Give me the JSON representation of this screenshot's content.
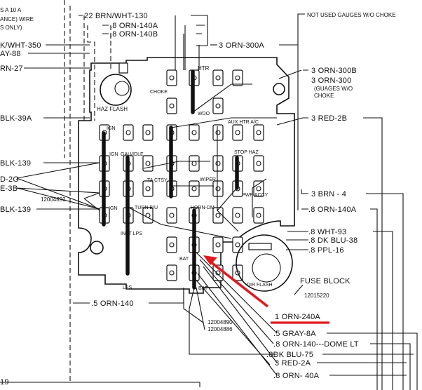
{
  "left_labels": {
    "top_wrap1": "S A 10 A",
    "top_wrap2": "ANCE) WIRE",
    "top_wrap3": "S ONLY)",
    "wht350": "K/WHT-350",
    "ay88": "AY-88",
    "rn27": "RN-27",
    "blk39a": "BLK-39A",
    "blk139a": "BLK-139",
    "d2g": "D-2G",
    "e3b": "E-3B",
    "part1": "12004892",
    "blk139b": "BLK-139",
    "n19": "19"
  },
  "top_labels": {
    "brn130": "22 BRN/WHT-130",
    "orn140a_top": ".8 ORN-140A",
    "orn140b": ".8 ORN-140B",
    "orn300a": "3 ORN-300A",
    "not_used": "NOT USED GAUGES W/O CHOKE"
  },
  "right_labels": {
    "orn300b": "3 ORN-300B",
    "orn300": "3 ORN-300",
    "gauges1": "(GUAGES W/O",
    "gauges2": "CHOKE",
    "red2b": "3 RED-2B",
    "brn4": "3  BRN - 4",
    "orn140a_r": ".8 ORN-140A",
    "wht93": ".8 WHT-93",
    "dkblu38": ".8 DK BLU-38",
    "ppl16": ".8 PPL-16",
    "fuse_block": "FUSE BLOCK",
    "fb_part": "12015220"
  },
  "bottom_labels": {
    "orn140": ".5 ORN-140",
    "orn240a": "1 ORN-240A",
    "gray8a": ".5 GRAY-8A",
    "dome": ".8 ORN-140---DOME LT",
    "dkblu75": ".8DK BLU-75",
    "red2a": "3 RED-2A",
    "orn40a": ".8  ORN- 40A",
    "part2": "12004890",
    "part3": "12004886"
  },
  "block_labels": {
    "htr": "HTR",
    "choke": "CHOKE",
    "haz_flash": "HAZ FLASH",
    "wdo": "WDO",
    "aux_htr_ac": "AUX HTR A/C",
    "ign1": "IGN",
    "ign2": "IGN",
    "gau_idle": "GAU/IDLE",
    "ign3": "IGN",
    "stop_haz": "STOP HAZ",
    "ta_ctsy": "TA CTSY",
    "wiper": "WIPER",
    "pwr_accy": "PWR ACCY",
    "turn_bu": "TURN B/U",
    "horn_dm": "HORN-DM",
    "inst_lps": "INST LPS",
    "bat1": "BAT",
    "lps": "LPS",
    "bat2": "BAT",
    "dir_flash": "DIR FLASH"
  },
  "colors": {
    "ink": "#111111",
    "highlight": "#e0191f",
    "background": "#ffffff"
  }
}
